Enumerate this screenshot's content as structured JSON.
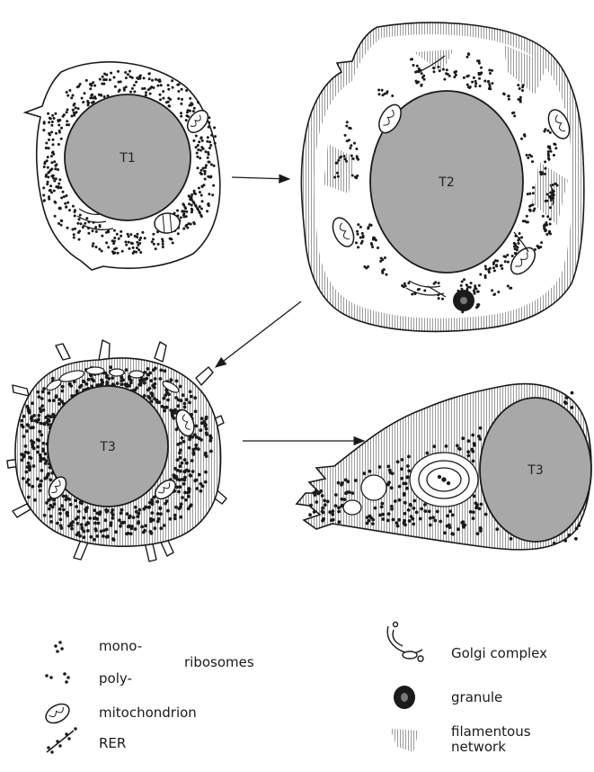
{
  "cells": {
    "t1": {
      "label": "T1"
    },
    "t2": {
      "label": "T2"
    },
    "t3a": {
      "label": "T3"
    },
    "t3b": {
      "label": "T3"
    }
  },
  "legend": {
    "mono": "mono-",
    "poly": "poly-",
    "ribosomes": "ribosomes",
    "mitochondrion": "mitochondrion",
    "rer": "RER",
    "golgi": "Golgi complex",
    "granule": "granule",
    "filamentous_1": "filamentous",
    "filamentous_2": "network"
  },
  "colors": {
    "nucleus": "#a8a8a8",
    "ink": "#1a1a1a",
    "paper": "#ffffff"
  }
}
